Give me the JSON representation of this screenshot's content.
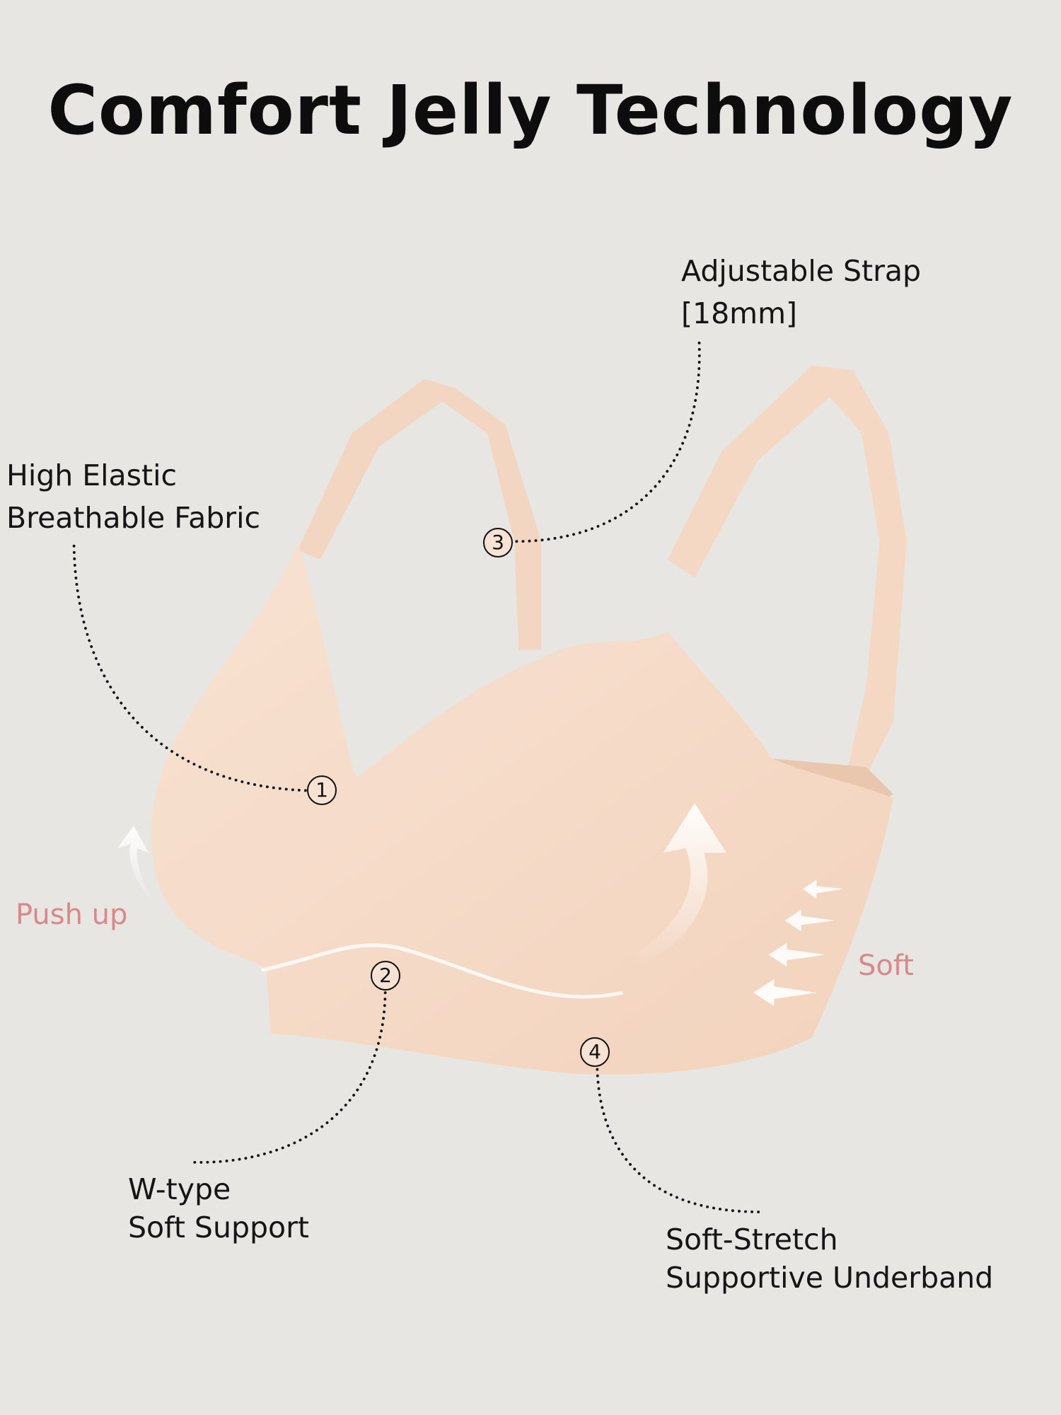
{
  "title": "Comfort Jelly Technology",
  "callouts": [
    {
      "number": "1",
      "lines": [
        "High Elastic",
        "Breathable Fabric"
      ]
    },
    {
      "number": "2",
      "lines": [
        "W-type",
        "Soft Support"
      ]
    },
    {
      "number": "3",
      "lines": [
        "Adjustable Strap",
        "[18mm]"
      ]
    },
    {
      "number": "4",
      "lines": [
        "Soft-Stretch",
        "Supportive Underband"
      ]
    }
  ],
  "annotations": {
    "push_up": "Push up",
    "soft": "Soft"
  },
  "colors": {
    "background": "#e7e6e3",
    "product": "#f6dcc9",
    "accent": "#d9898a"
  }
}
